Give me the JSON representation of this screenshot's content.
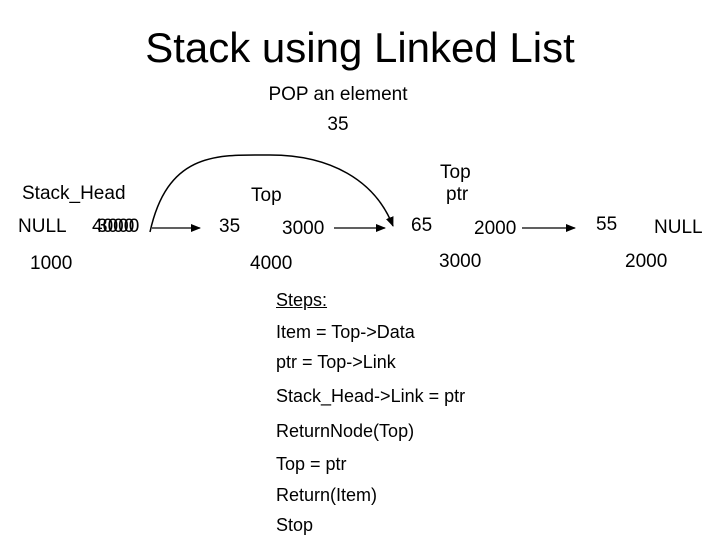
{
  "title": "Stack using Linked List",
  "operation": "POP an element",
  "popped_value": "35",
  "labels": {
    "stack_head": "Stack_Head",
    "top": "Top",
    "top_ptr_line1": "Top",
    "top_ptr_line2": "ptr"
  },
  "nodes": [
    {
      "name": "head",
      "data": "NULL",
      "link": "3000",
      "link_overwritten": "4000",
      "address": "1000"
    },
    {
      "name": "node-35",
      "data": "35",
      "link": "3000",
      "address": "4000"
    },
    {
      "name": "node-65",
      "data": "65",
      "link": "2000",
      "address": "3000"
    },
    {
      "name": "node-55",
      "data": "55",
      "link": "NULL",
      "address": "2000"
    }
  ],
  "steps_heading": "Steps:",
  "steps": [
    "Item = Top->Data",
    "ptr = Top->Link",
    "Stack_Head->Link = ptr",
    "ReturnNode(Top)",
    "Top = ptr",
    "Return(Item)",
    "Stop"
  ]
}
